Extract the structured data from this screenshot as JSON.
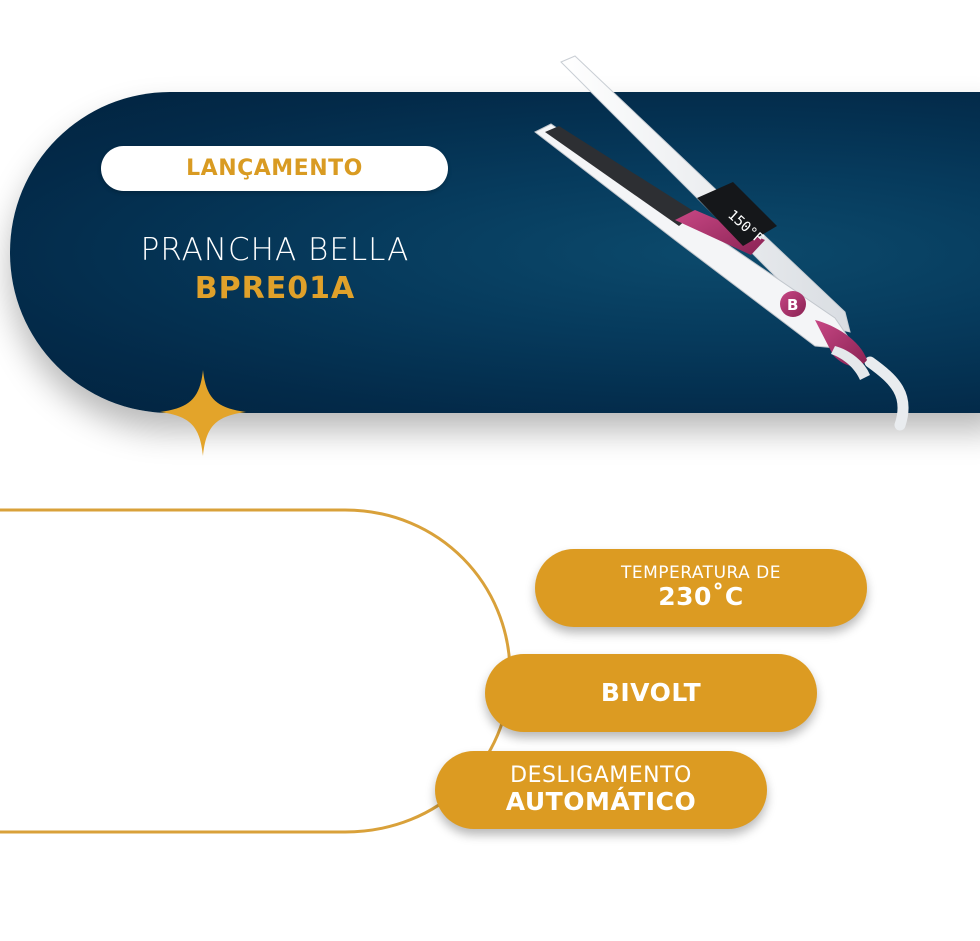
{
  "badge": {
    "label": "LANÇAMENTO"
  },
  "product": {
    "name": "PRANCHA BELLA",
    "model": "BPRE01A"
  },
  "iron_display": "150°F",
  "features": {
    "temperature": {
      "line1": "TEMPERATURA DE",
      "line2": "230˚C"
    },
    "bivolt": {
      "label": "BIVOLT"
    },
    "auto_off": {
      "line1": "DESLIGAMENTO",
      "line2": "AUTOMÁTICO"
    }
  },
  "colors": {
    "navy": "#032a49",
    "gold": "#dc9b22",
    "magenta": "#b2336f",
    "white": "#ffffff"
  }
}
